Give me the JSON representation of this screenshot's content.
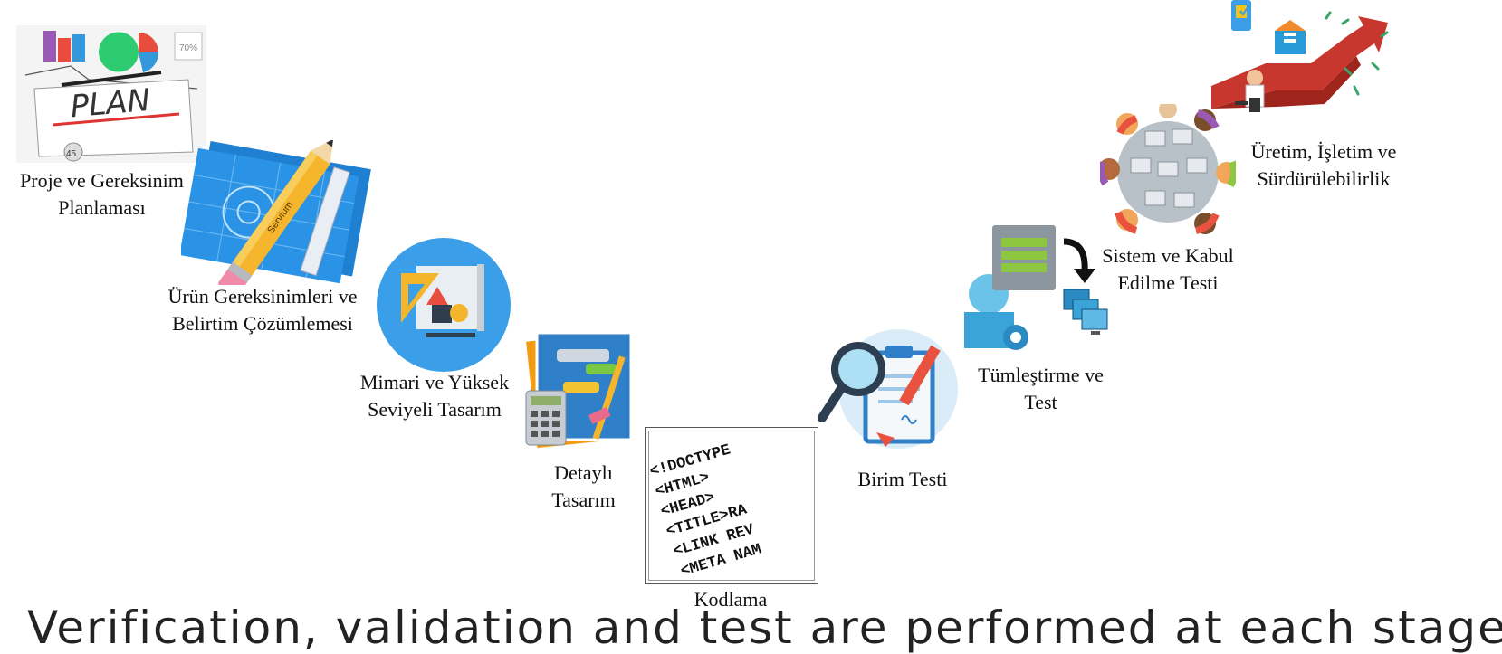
{
  "steps": [
    {
      "id": "planning",
      "line1": "Proje ve Gereksinim",
      "line2": "Planlaması",
      "icon": "plan-icon"
    },
    {
      "id": "requirements",
      "line1": "Ürün Gereksinimleri ve",
      "line2": "Belirtim Çözümlemesi",
      "icon": "blueprint-pencil-icon"
    },
    {
      "id": "architecture",
      "line1": "Mimari ve Yüksek",
      "line2": "Seviyeli Tasarım",
      "icon": "design-tools-icon"
    },
    {
      "id": "detailed-design",
      "line1": "Detaylı",
      "line2": "Tasarım",
      "icon": "calculator-drawing-icon"
    },
    {
      "id": "coding",
      "line1": "Kodlama",
      "line2": "",
      "icon": "code-listing-icon"
    },
    {
      "id": "unit-test",
      "line1": "Birim Testi",
      "line2": "",
      "icon": "magnifier-clipboard-icon"
    },
    {
      "id": "integration",
      "line1": "Tümleştirme ve",
      "line2": "Test",
      "icon": "integration-icon"
    },
    {
      "id": "system-test",
      "line1": "Sistem ve Kabul",
      "line2": "Edilme Testi",
      "icon": "meeting-table-icon"
    },
    {
      "id": "production",
      "line1": "Üretim, İşletim ve",
      "line2": "Sürdürülebilirlik",
      "icon": "growth-arrow-icon"
    }
  ],
  "plan_word": "PLAN",
  "pencil_brand": "Servium",
  "code_lines": [
    "<!DOCTYPE",
    "<HTML>",
    "<HEAD>",
    "<TITLE>RA",
    "<LINK REV",
    "<META NAM"
  ],
  "bottom_text": "Verification, validation and test are performed at each stage",
  "colors": {
    "blue": "#2a8ad8",
    "orange": "#f5a623",
    "red": "#c8372d",
    "text": "#111111"
  }
}
